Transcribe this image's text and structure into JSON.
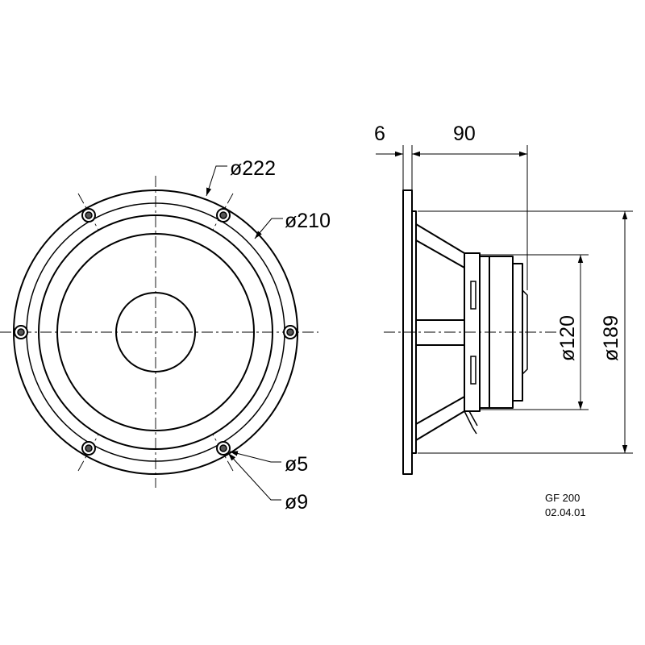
{
  "drawing": {
    "front_view": {
      "dimensions": {
        "outer_diameter": "ø222",
        "bolt_circle": "ø210",
        "hole_inner": "ø5",
        "hole_outer": "ø9"
      },
      "mounting_holes": 6
    },
    "side_view": {
      "dimensions": {
        "flange_thickness": "6",
        "mounting_depth": "90",
        "magnet_diameter": "ø120",
        "cutout_diameter": "ø189"
      }
    },
    "note": {
      "model": "GF 200",
      "date": "02.04.01"
    }
  }
}
